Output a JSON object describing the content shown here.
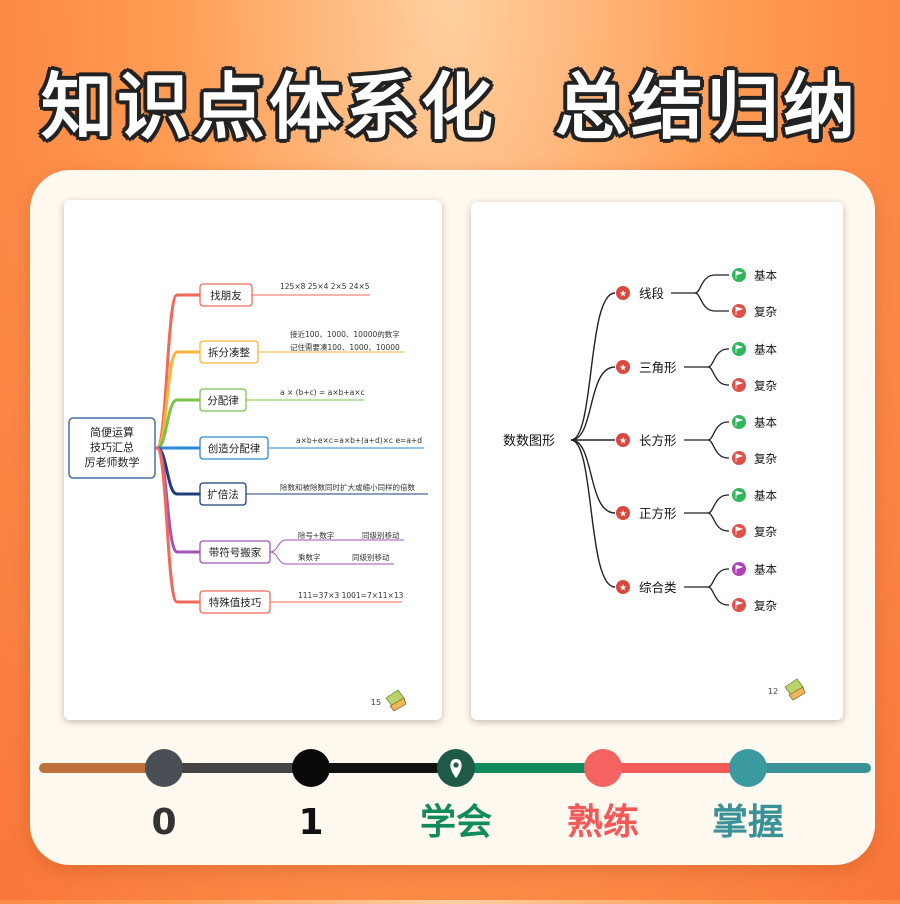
{
  "headline": "知识点体系化  总结归纳",
  "left_page": {
    "center": [
      "简便运算",
      "技巧汇总",
      "厉老师数学"
    ],
    "branches": [
      {
        "label": "找朋友",
        "notes": [
          "125×8  25×4  2×5  24×5"
        ]
      },
      {
        "label": "拆分凑整",
        "notes": [
          "接近100、1000、10000的数字",
          "记住需要凑100、1000、10000"
        ]
      },
      {
        "label": "分配律",
        "notes": [
          "a × (b+c) = a×b+a×c"
        ]
      },
      {
        "label": "创造分配律",
        "notes": [
          "a×b+e×c=a×b+(a+d)×c  e=a+d"
        ]
      },
      {
        "label": "扩倍法",
        "notes": [
          "除数和被除数同时扩大或缩小同样的倍数"
        ]
      },
      {
        "label": "带符号搬家",
        "notes": [
          "除号+数字",
          "同级别移动",
          "乘数字",
          "同级别移动"
        ]
      },
      {
        "label": "特殊值技巧",
        "notes": [
          "111=37×3    1001=7×11×13"
        ]
      }
    ],
    "page_number": "15"
  },
  "right_page": {
    "root": "数数图形",
    "branches": [
      {
        "label": "线段",
        "leaves": [
          "基本",
          "复杂"
        ]
      },
      {
        "label": "三角形",
        "leaves": [
          "基本",
          "复杂"
        ]
      },
      {
        "label": "长方形",
        "leaves": [
          "基本",
          "复杂"
        ]
      },
      {
        "label": "正方形",
        "leaves": [
          "基本",
          "复杂"
        ]
      },
      {
        "label": "综合类",
        "leaves": [
          "基本",
          "复杂"
        ]
      }
    ],
    "page_number": "12"
  },
  "progress": {
    "stages": [
      {
        "label": "0",
        "color": "#333333"
      },
      {
        "label": "1",
        "color": "#111111"
      },
      {
        "label": "学会",
        "color": "#118a5c"
      },
      {
        "label": "熟练",
        "color": "#f25a5a"
      },
      {
        "label": "掌握",
        "color": "#3a9298"
      }
    ]
  },
  "colors": {
    "branch_colors": [
      "#ef6a5a",
      "#f6b53a",
      "#7cc24a",
      "#2a8ad6",
      "#1f3d7a",
      "#a253b8",
      "#ef6a5a"
    ],
    "flag_green": "#2fb55a",
    "flag_red": "#e0504a",
    "flag_purple": "#b040b8",
    "star_red": "#d9473f"
  }
}
